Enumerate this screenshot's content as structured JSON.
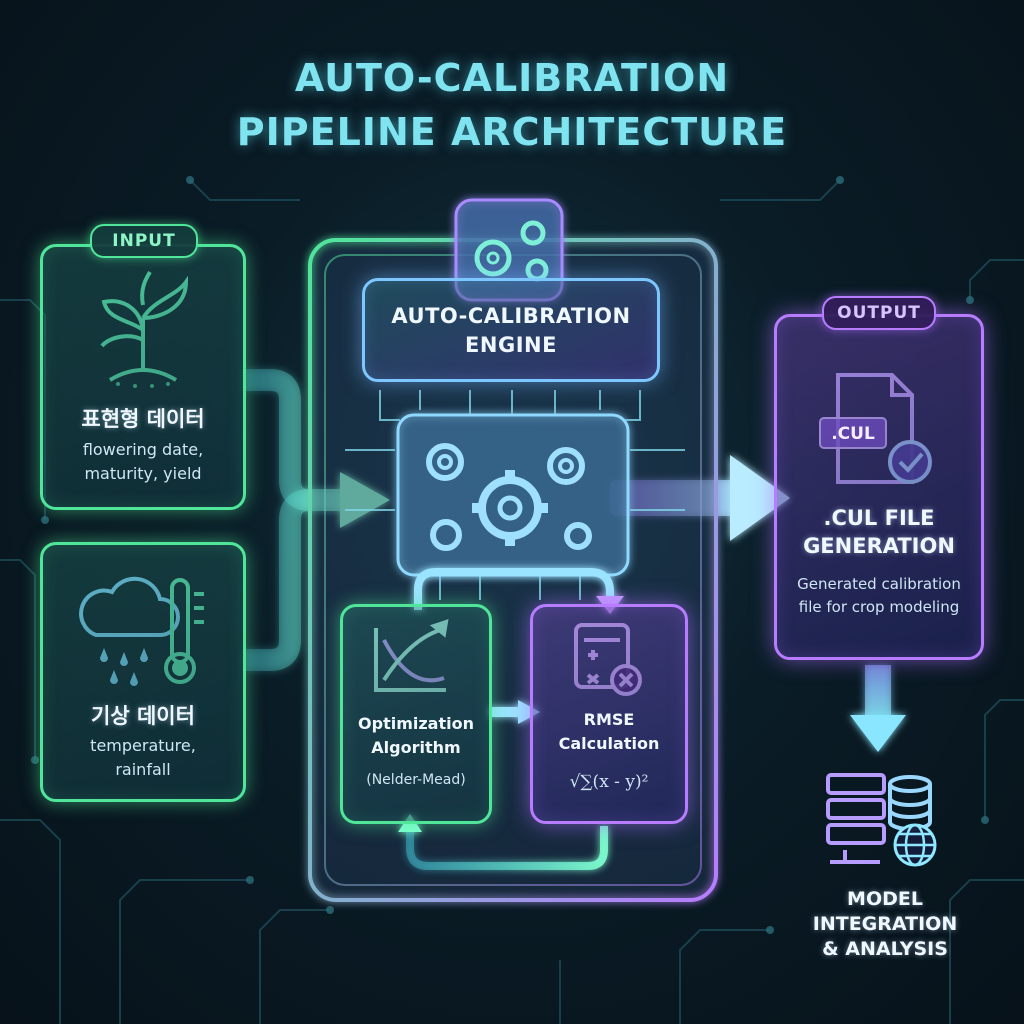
{
  "title": {
    "line1": "AUTO-CALIBRATION",
    "line2": "PIPELINE ARCHITECTURE"
  },
  "input": {
    "tag": "INPUT",
    "phenotype": {
      "title": "표현형 데이터",
      "desc_line1": "flowering date,",
      "desc_line2": "maturity, yield",
      "icon": "plant-sprout-icon"
    },
    "weather": {
      "title": "기상 데이터",
      "desc_line1": "temperature,",
      "desc_line2": "rainfall",
      "icon": "cloud-rain-thermometer-icon"
    }
  },
  "engine": {
    "title_line1": "AUTO-CALIBRATION",
    "title_line2": "ENGINE",
    "optimization": {
      "line1": "Optimization",
      "line2": "Algorithm",
      "method": "(Nelder-Mead)"
    },
    "rmse": {
      "line1": "RMSE",
      "line2": "Calculation",
      "formula": "√∑(x - y)²"
    }
  },
  "output": {
    "tag": "OUTPUT",
    "file_badge": ".CUL",
    "title_line1": ".CUL FILE",
    "title_line2": "GENERATION",
    "desc_line1": "Generated calibration",
    "desc_line2": "file for crop modeling"
  },
  "final": {
    "line1": "MODEL",
    "line2": "INTEGRATION",
    "line3": "& ANALYSIS"
  },
  "colors": {
    "green": "#4fe69a",
    "purple": "#b77cff",
    "cyan": "#7fe3f0"
  }
}
